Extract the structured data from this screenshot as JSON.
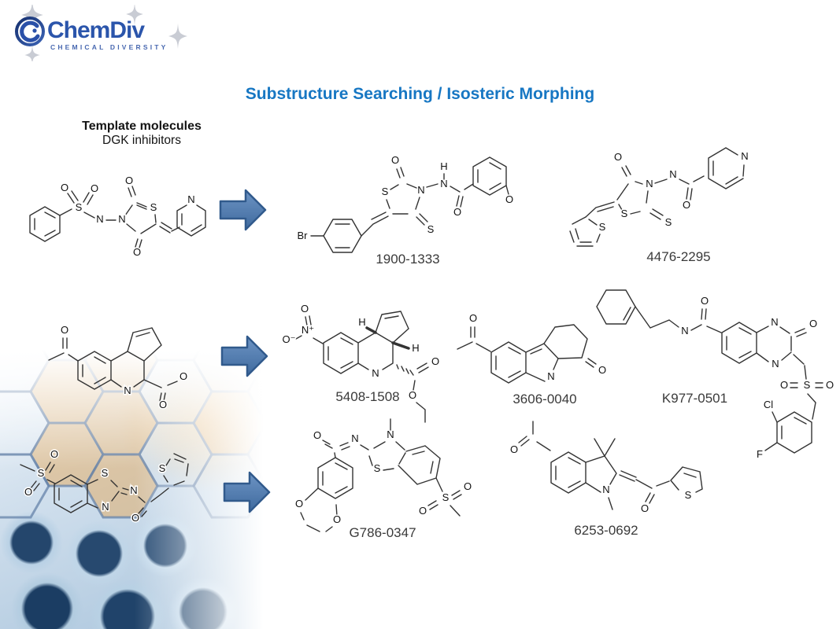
{
  "logo": {
    "brand": "ChemDiv",
    "tagline": "CHEMICAL DIVERSITY"
  },
  "title": "Substructure Searching / Isosteric Morphing",
  "template_header": {
    "line1": "Template molecules",
    "line2": "DGK inhibitors"
  },
  "colors": {
    "title_blue": "#1777c3",
    "arrow_fill_top": "#6d94c4",
    "arrow_fill_bottom": "#3f6a9e",
    "arrow_border": "#315a8c",
    "logo_blue": "#2b55ab",
    "structure_ink": "#333333"
  },
  "molecules": {
    "template1": {
      "role": "template",
      "atoms": [
        "O",
        "O",
        "S",
        "N",
        "N",
        "O",
        "S",
        "O",
        "N"
      ]
    },
    "template2": {
      "role": "template",
      "atoms": [
        "O",
        "N",
        "O",
        "O"
      ]
    },
    "template3": {
      "role": "template",
      "atoms": [
        "S",
        "O",
        "O",
        "S",
        "N",
        "N",
        "O",
        "S"
      ]
    },
    "m1900": {
      "id": "1900-1333",
      "atoms": [
        "Br",
        "S",
        "O",
        "N",
        "H",
        "N",
        "O",
        "O",
        "S"
      ]
    },
    "m4476": {
      "id": "4476-2295",
      "atoms": [
        "S",
        "O",
        "N",
        "S",
        "S",
        "N",
        "O",
        "N"
      ]
    },
    "m5408": {
      "id": "5408-1508",
      "atoms": [
        "O",
        "N⁺",
        "O⁻",
        "H",
        "H",
        "N",
        "O",
        "O"
      ]
    },
    "m3606": {
      "id": "3606-0040",
      "atoms": [
        "O",
        "N",
        "O"
      ]
    },
    "mK977": {
      "id": "K977-0501",
      "atoms": [
        "N",
        "O",
        "N",
        "O",
        "N",
        "O",
        "S",
        "O",
        "Cl",
        "F"
      ]
    },
    "mG786": {
      "id": "G786-0347",
      "atoms": [
        "N",
        "O",
        "N",
        "S",
        "S",
        "O",
        "O",
        "O",
        "O"
      ]
    },
    "m6253": {
      "id": "6253-0692",
      "atoms": [
        "O",
        "N",
        "O",
        "S"
      ]
    }
  }
}
